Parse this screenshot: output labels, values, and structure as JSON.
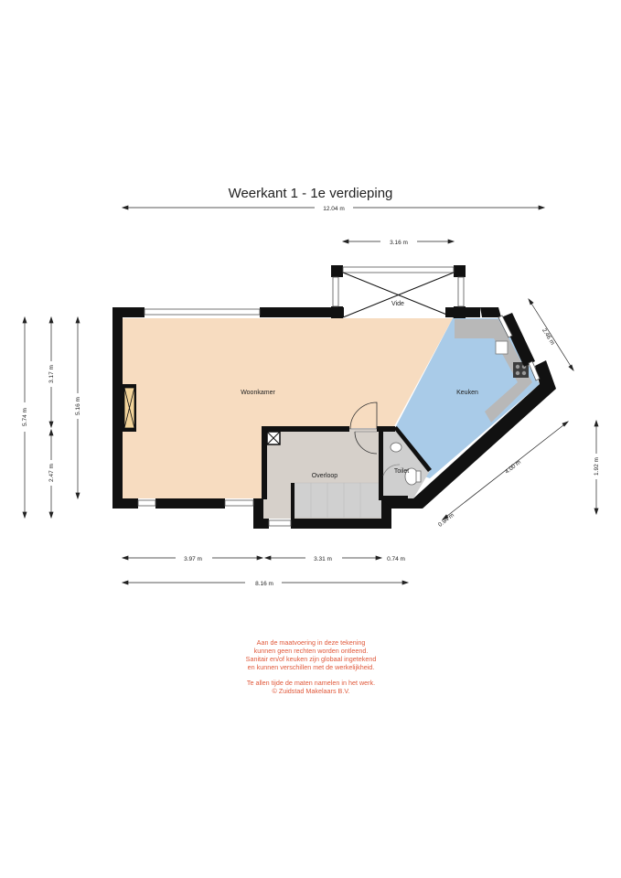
{
  "title": "Weerkant 1 - 1e verdieping",
  "rooms": {
    "woonkamer": "Woonkamer",
    "keuken": "Keuken",
    "overloop": "Overloop",
    "toilet": "Toilet",
    "vide": "Vide"
  },
  "dimensions": {
    "total_width": "12.04 m",
    "vide_width": "3.16 m",
    "left_total": "5.74 m",
    "left_upper": "3.17 m",
    "left_inner": "5.16 m",
    "left_lower": "2.47 m",
    "bottom_a": "3.97 m",
    "bottom_b": "3.31 m",
    "bottom_c": "0.74 m",
    "bottom_total": "8.16 m",
    "diag_top": "2.46 m",
    "diag_long": "4.00 m",
    "diag_short": "0.94 m",
    "right_height": "1.92 m"
  },
  "disclaimer": {
    "line1": "Aan de maatvoering in deze tekening",
    "line2": "kunnen geen rechten worden ontleend.",
    "line3": "Sanitair en/of keuken zijn globaal ingetekend",
    "line4": "en kunnen verschillen met de werkelijkheid.",
    "line5": "Te allen tijde de maten namelen in het werk.",
    "line6": "© Zuidstad Makelaars B.V."
  },
  "colors": {
    "woonkamer_fill": "#f7dcc0",
    "keuken_fill": "#a9cbe8",
    "overloop_fill": "#d6d0ca",
    "wall": "#111111",
    "counter": "#b8b8b8",
    "disclaimer_text": "#e0583a"
  }
}
